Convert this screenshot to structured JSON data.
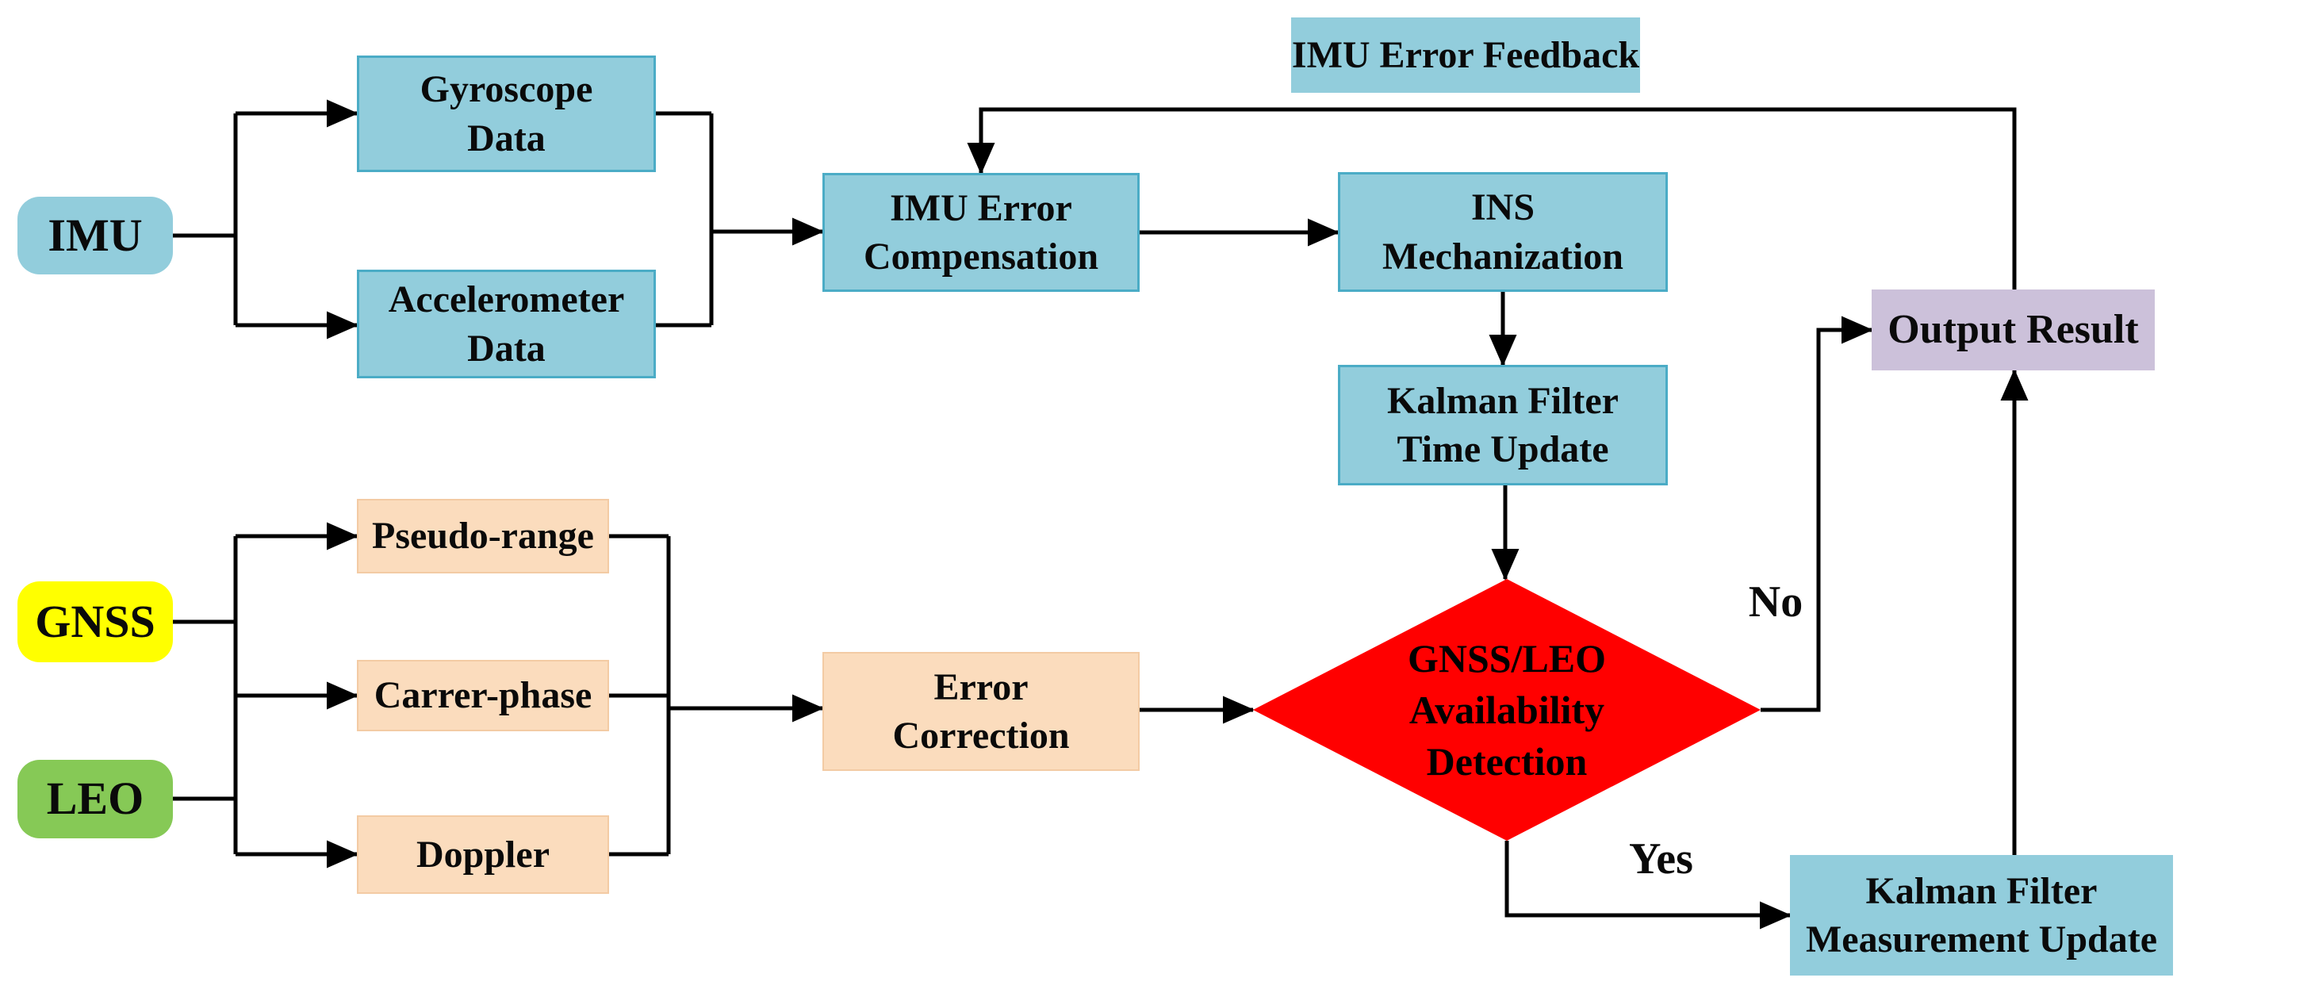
{
  "diagram": {
    "nodes": {
      "imu": "IMU",
      "gyroscope_data": "Gyroscope\nData",
      "accelerometer_data": "Accelerometer\nData",
      "imu_error_feedback": "IMU Error Feedback",
      "imu_error_compensation": "IMU Error\nCompensation",
      "ins_mechanization": "INS\nMechanization",
      "kalman_filter_time_update": "Kalman Filter\nTime Update",
      "gnss": "GNSS",
      "leo": "LEO",
      "pseudo_range": "Pseudo-range",
      "carrer_phase": "Carrer-phase",
      "doppler": "Doppler",
      "error_correction": "Error\nCorrection",
      "availability_detection": "GNSS/LEO\nAvailability\nDetection",
      "output_result": "Output Result",
      "kalman_filter_measurement_update": "Kalman Filter\nMeasurement Update"
    },
    "decision_labels": {
      "no": "No",
      "yes": "Yes"
    },
    "colors": {
      "process_blue_fill": "#92CDDC",
      "process_blue_border": "#4BACC6",
      "measurement_peach_fill": "#FBDCBD",
      "gnss_yellow_fill": "#FFFF00",
      "leo_green_fill": "#86C956",
      "output_purple_fill": "#CCC1DA",
      "decision_red_fill": "#FF0000",
      "connector_black": "#000000"
    }
  }
}
